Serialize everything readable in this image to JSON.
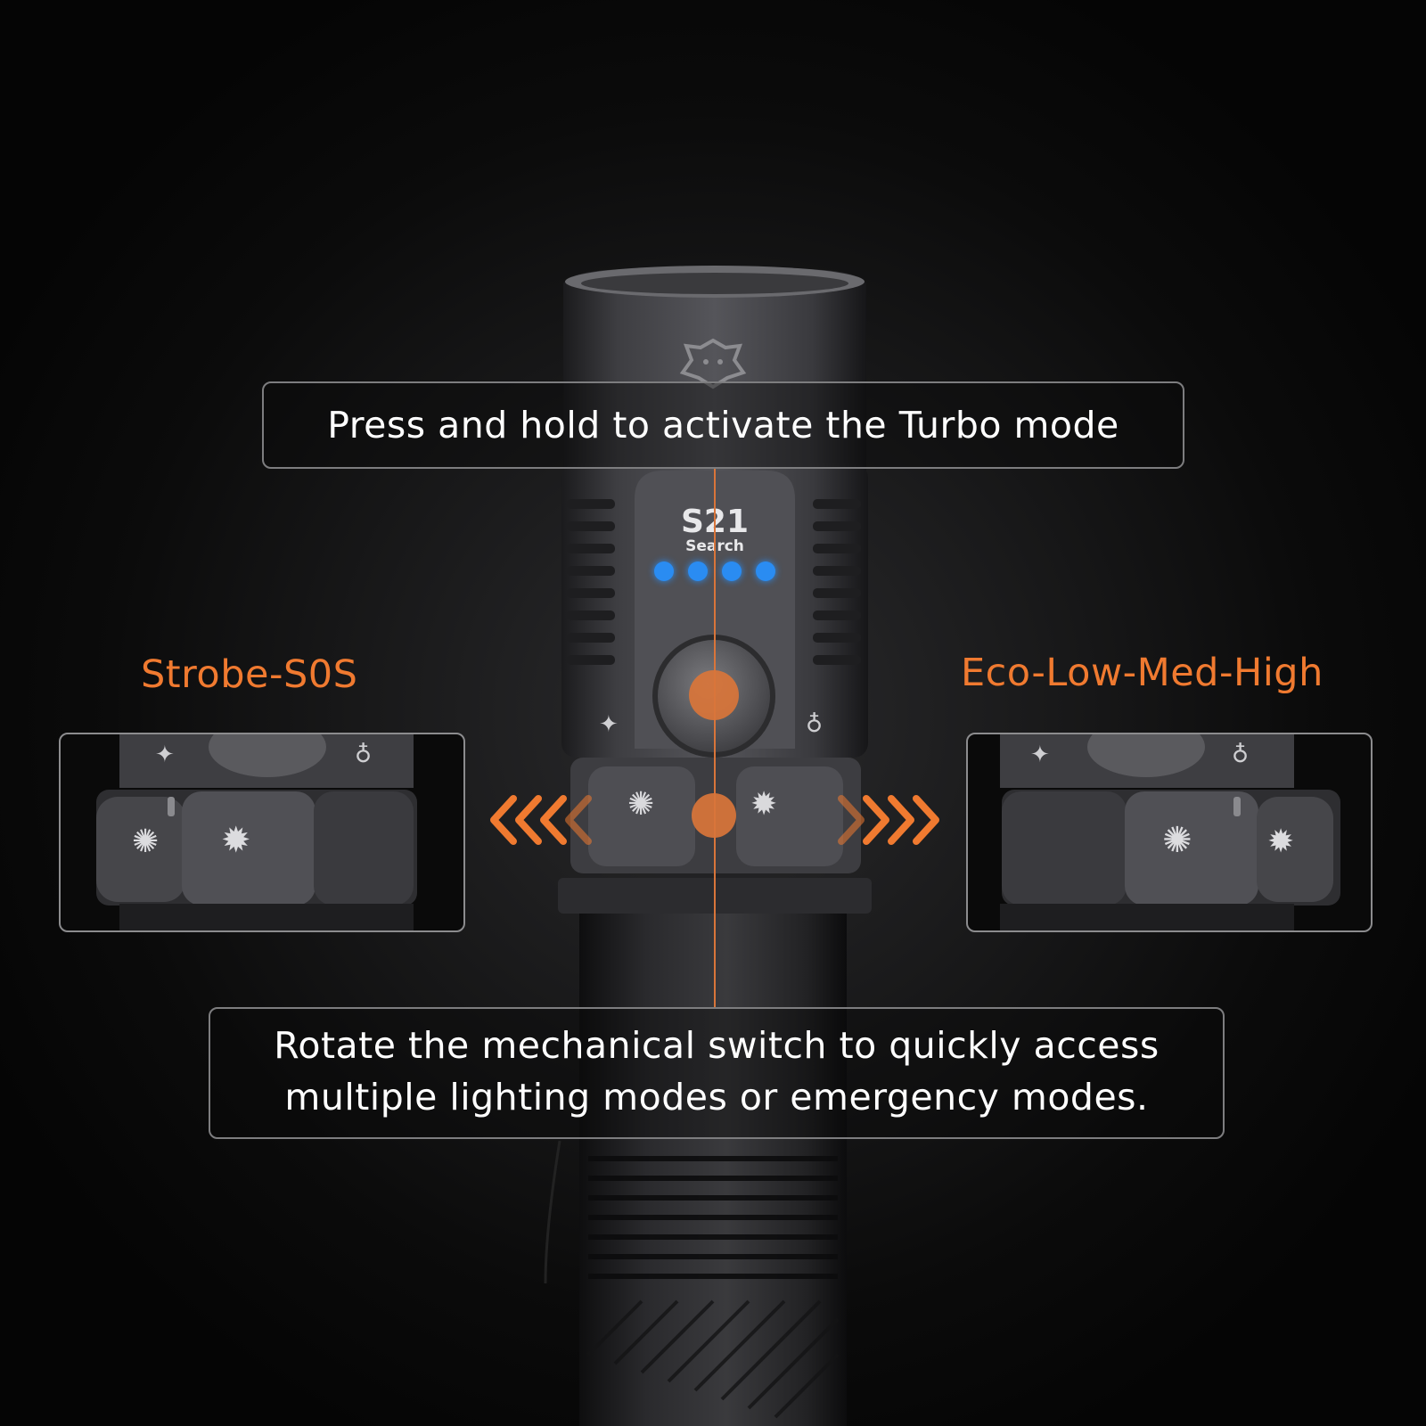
{
  "callouts": {
    "turbo": "Press and hold to activate the Turbo mode",
    "rotate_line1": "Rotate the mechanical switch to quickly access",
    "rotate_line2": "multiple lighting modes or emergency modes."
  },
  "mode_labels": {
    "left": "Strobe-S0S",
    "right": "Eco-Low-Med-High"
  },
  "product": {
    "model": "S21",
    "model_subtitle": "Search",
    "brand_logo": "lion-head-logo",
    "power_indicator_leds": 4
  },
  "colors": {
    "accent": "#f07a30",
    "led_blue": "#2a8cf2",
    "body_gray": "#3c3c3f"
  }
}
